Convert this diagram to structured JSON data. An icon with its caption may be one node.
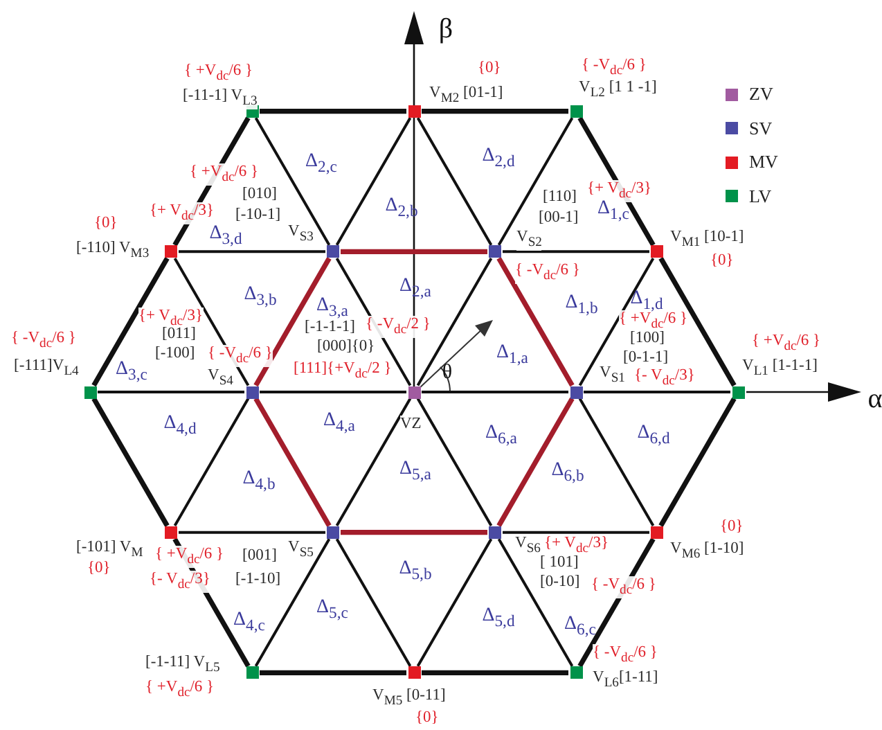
{
  "diagram": {
    "nodes": [
      {
        "text": [],
        "shape": "box",
        "beside": [
          "{ +V$_{dc}$/6 }",
          "[-11-1] V$_{L3}$"
        ]
      },
      {
        "text": [],
        "shape": "box",
        "beside": [
          "{0}",
          "V$_{M2}$ [01-1]"
        ]
      },
      {
        "text": [],
        "shape": "box",
        "beside": [
          "{ -V$_{dc}$/6 }",
          "V$_{L2}$ [1 1 -1]"
        ]
      },
      {
        "text": [],
        "shape": "box",
        "beside": [
          "{0}",
          "[-110] V$_{M3}$"
        ]
      },
      {
        "text": [],
        "shape": "box",
        "beside": [
          "{ +V$_{dc}$/6 }",
          "[010]",
          "{+ V$_{dc}$/3}",
          "[-10-1]",
          "V$_{S3}$"
        ]
      },
      {
        "text": [],
        "shape": "box",
        "beside": [
          "[110]",
          "{+ V$_{dc}$/3}",
          "[00-1]",
          "{ -V$_{dc}$/6 }",
          "V$_{S2}$"
        ]
      },
      {
        "text": [],
        "shape": "box",
        "beside": [
          "V$_{M1}$ [10-1]",
          "{0}"
        ]
      },
      {
        "text": [],
        "shape": "box",
        "beside": [
          "{ -V$_{dc}$/6 }",
          "[-111]V$_{L4}$"
        ]
      },
      {
        "text": [],
        "shape": "box",
        "beside": [
          "{+ V$_{dc}$/3}",
          "[011]",
          "[-100]",
          "{ -V$_{dc}$/6 }",
          "V$_{S4}$"
        ]
      },
      {
        "text": [],
        "shape": "box",
        "beside": [
          "[-1-1-1]",
          "{ -V$_{dc}$/2 }",
          "[000]{0}",
          "[111]{+V$_{dc}$/2 }",
          "VZ"
        ]
      },
      {
        "text": [],
        "shape": "box",
        "beside": [
          "{ +V$_{dc}$/6 }",
          "[100]",
          "[0-1-1]",
          "V$_{S1}$",
          "{- V$_{dc}$/3}"
        ]
      },
      {
        "text": [],
        "shape": "box",
        "beside": [
          "{ +V$_{dc}$/6 }",
          "V$_{L1}$ [1-1-1]"
        ]
      },
      {
        "text": [],
        "shape": "box",
        "beside": [
          "[-101] V$_{M}$",
          "{0}"
        ]
      },
      {
        "text": [],
        "shape": "box",
        "beside": [
          "V$_{S5}$",
          "{ +V$_{dc}$/6 }",
          "[001]",
          "{- V$_{dc}$/3}",
          "[-1-10]"
        ]
      },
      {
        "text": [],
        "shape": "box",
        "beside": [
          "V$_{S6}$",
          "{+ V$_{dc}$/3}",
          "[ 101]",
          "[0-10]",
          "{ -V$_{dc}$/6 }"
        ]
      },
      {
        "text": [],
        "shape": "box",
        "beside": [
          "{0}",
          "V$_{M6}$ [1-10]"
        ]
      },
      {
        "text": [],
        "shape": "box",
        "beside": [
          "[-1-11] V$_{L5}$",
          "{ +V$_{dc}$/6 }"
        ]
      },
      {
        "text": [],
        "shape": "box",
        "beside": [
          "V$_{M5}$ [0-11]",
          "{0}"
        ]
      },
      {
        "text": [],
        "shape": "box",
        "beside": [
          "{ -V$_{dc}$/6 }",
          "V$_{L6}$[1-11]"
        ]
      }
    ],
    "edges": [
      {
        "from": 9,
        "to": 10,
        "arrow": "none"
      },
      {
        "from": 9,
        "to": 5,
        "arrow": "none"
      },
      {
        "from": 9,
        "to": 4,
        "arrow": "none"
      },
      {
        "from": 9,
        "to": 8,
        "arrow": "none"
      },
      {
        "from": 9,
        "to": 13,
        "arrow": "none"
      },
      {
        "from": 9,
        "to": 14,
        "arrow": "none"
      },
      {
        "from": 10,
        "to": 11,
        "arrow": "none"
      },
      {
        "from": 5,
        "to": 2,
        "arrow": "none"
      },
      {
        "from": 4,
        "to": 0,
        "arrow": "none"
      },
      {
        "from": 8,
        "to": 7,
        "arrow": "none"
      },
      {
        "from": 13,
        "to": 16,
        "arrow": "none"
      },
      {
        "from": 14,
        "to": 18,
        "arrow": "none"
      },
      {
        "from": 10,
        "to": 6,
        "arrow": "none"
      },
      {
        "from": 5,
        "to": 6,
        "arrow": "none"
      },
      {
        "from": 5,
        "to": 1,
        "arrow": "none"
      },
      {
        "from": 4,
        "to": 1,
        "arrow": "none"
      },
      {
        "from": 4,
        "to": 3,
        "arrow": "none"
      },
      {
        "from": 8,
        "to": 3,
        "arrow": "none"
      },
      {
        "from": 8,
        "to": 12,
        "arrow": "none"
      },
      {
        "from": 13,
        "to": 12,
        "arrow": "none"
      },
      {
        "from": 13,
        "to": 17,
        "arrow": "none"
      },
      {
        "from": 14,
        "to": 17,
        "arrow": "none"
      },
      {
        "from": 14,
        "to": 15,
        "arrow": "none"
      },
      {
        "from": 10,
        "to": 15,
        "arrow": "none"
      },
      {
        "from": 11,
        "to": 6,
        "arrow": "none",
        "style": "thick"
      },
      {
        "from": 6,
        "to": 2,
        "arrow": "none",
        "style": "thick"
      },
      {
        "from": 2,
        "to": 1,
        "arrow": "none",
        "style": "thick"
      },
      {
        "from": 1,
        "to": 0,
        "arrow": "none",
        "style": "thick"
      },
      {
        "from": 0,
        "to": 3,
        "arrow": "none",
        "style": "thick"
      },
      {
        "from": 3,
        "to": 7,
        "arrow": "none",
        "style": "thick"
      },
      {
        "from": 7,
        "to": 12,
        "arrow": "none",
        "style": "thick"
      },
      {
        "from": 12,
        "to": 16,
        "arrow": "none",
        "style": "thick"
      },
      {
        "from": 16,
        "to": 17,
        "arrow": "none",
        "style": "thick"
      },
      {
        "from": 17,
        "to": 18,
        "arrow": "none",
        "style": "thick"
      },
      {
        "from": 18,
        "to": 15,
        "arrow": "none",
        "style": "thick"
      },
      {
        "from": 15,
        "to": 11,
        "arrow": "none",
        "style": "thick"
      },
      {
        "from": 10,
        "to": 5,
        "arrow": "none",
        "style": "thick",
        "color": "#a31d2b"
      },
      {
        "from": 5,
        "to": 4,
        "arrow": "none",
        "style": "thick",
        "color": "#a31d2b"
      },
      {
        "from": 4,
        "to": 8,
        "arrow": "none",
        "style": "thick",
        "color": "#a31d2b"
      },
      {
        "from": 8,
        "to": 13,
        "arrow": "none",
        "style": "thick",
        "color": "#a31d2b"
      },
      {
        "from": 13,
        "to": 14,
        "arrow": "none",
        "style": "thick",
        "color": "#a31d2b"
      },
      {
        "from": 14,
        "to": 10,
        "arrow": "none",
        "style": "thick",
        "color": "#a31d2b"
      }
    ],
    "labels": [
      "β",
      "Δ$_{2,d}$",
      "Δ$_{2,c}$",
      "Δ$_{2,b}$",
      "Δ$_{1,c}$",
      "Δ$_{3,d}$",
      "Δ$_{2,a}$",
      "Δ$_{3,b}$",
      "Δ$_{1,d}$",
      "Δ$_{1,b}$",
      "Δ$_{3,a}$",
      "Δ$_{1,a}$",
      "Δ$_{3,c}$",
      "θ",
      "α",
      "Δ$_{4,a}$",
      "Δ$_{4,d}$",
      "Δ$_{6,a}$",
      "Δ$_{6,d}$",
      "Δ$_{5,a}$",
      "Δ$_{6,b}$",
      "Δ$_{4,b}$",
      "Δ$_{5,b}$",
      "Δ$_{5,c}$",
      "Δ$_{5,d}$",
      "Δ$_{4,c}$",
      "Δ$_{6,c}$"
    ],
    "legend": [
      {
        "text": "ZV",
        "color": "#a15ba0"
      },
      {
        "text": "SV",
        "color": "#4b4ba3"
      },
      {
        "text": "MV",
        "color": "#e31b23"
      },
      {
        "text": "LV",
        "color": "#00924a"
      }
    ]
  }
}
